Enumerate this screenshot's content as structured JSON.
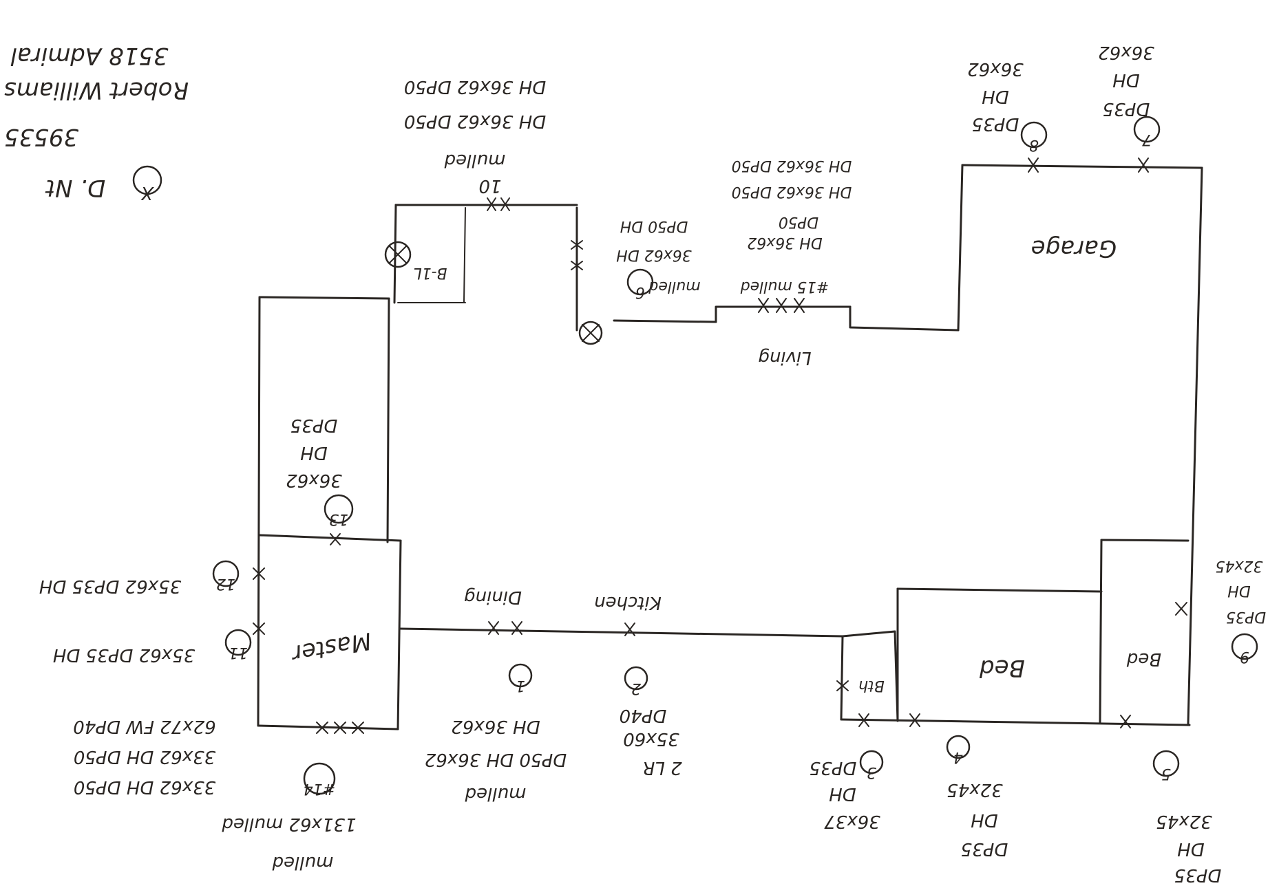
{
  "header": {
    "lines": [
      "Robert Williams",
      "3518 Admiral",
      "39535"
    ],
    "legend": {
      "symbol": "X",
      "text": "D. Nt"
    }
  },
  "rooms": {
    "garage": "Garage",
    "living": "Living",
    "bath_top": "B-1L",
    "master": "Master",
    "dining": "Dining",
    "kitchen": "Kitchen",
    "bath_bottom": "Bth",
    "bed_mid": "Bed",
    "bed_right": "Bed"
  },
  "notes": {
    "top_window": [
      "DH 36x62 DP50",
      "DH 36x62 DP50",
      "mulled",
      "10"
    ],
    "left_13": [
      "13",
      "36x62",
      "DH",
      "DP35"
    ],
    "n6": [
      "6",
      "mulled",
      "36x62 DH",
      "DP50 DH"
    ],
    "n15": [
      "#15 mulled",
      "DH 36x62",
      "DP50",
      "DH 36x62 DP50",
      "DH 36x62 DP50"
    ],
    "n8": [
      "8",
      "DP35",
      "DH",
      "36x62"
    ],
    "n7": [
      "7",
      "DP35",
      "DH",
      "36x62"
    ],
    "n12": [
      "12",
      "35x62 DP35 DH"
    ],
    "n11": [
      "11",
      "35x62 DP35 DH"
    ],
    "n14": [
      "#14",
      "33x62 DH DP50",
      "33x62 DH DP50",
      "62x72 FW DP40",
      "131x62 mulled",
      "mulled"
    ],
    "n1": [
      "1",
      "DH 36x62",
      "DP50 DH 36x62",
      "mulled"
    ],
    "n2": [
      "2",
      "DP40",
      "35x60",
      "2 LR"
    ],
    "n3": [
      "3",
      "DP35",
      "DH",
      "36x37"
    ],
    "n4": [
      "4",
      "32x45",
      "DH",
      "DP35"
    ],
    "n5": [
      "5",
      "32x45",
      "DH",
      "DP35"
    ],
    "n9": [
      "9",
      "32x45",
      "DH",
      "DP35"
    ]
  }
}
